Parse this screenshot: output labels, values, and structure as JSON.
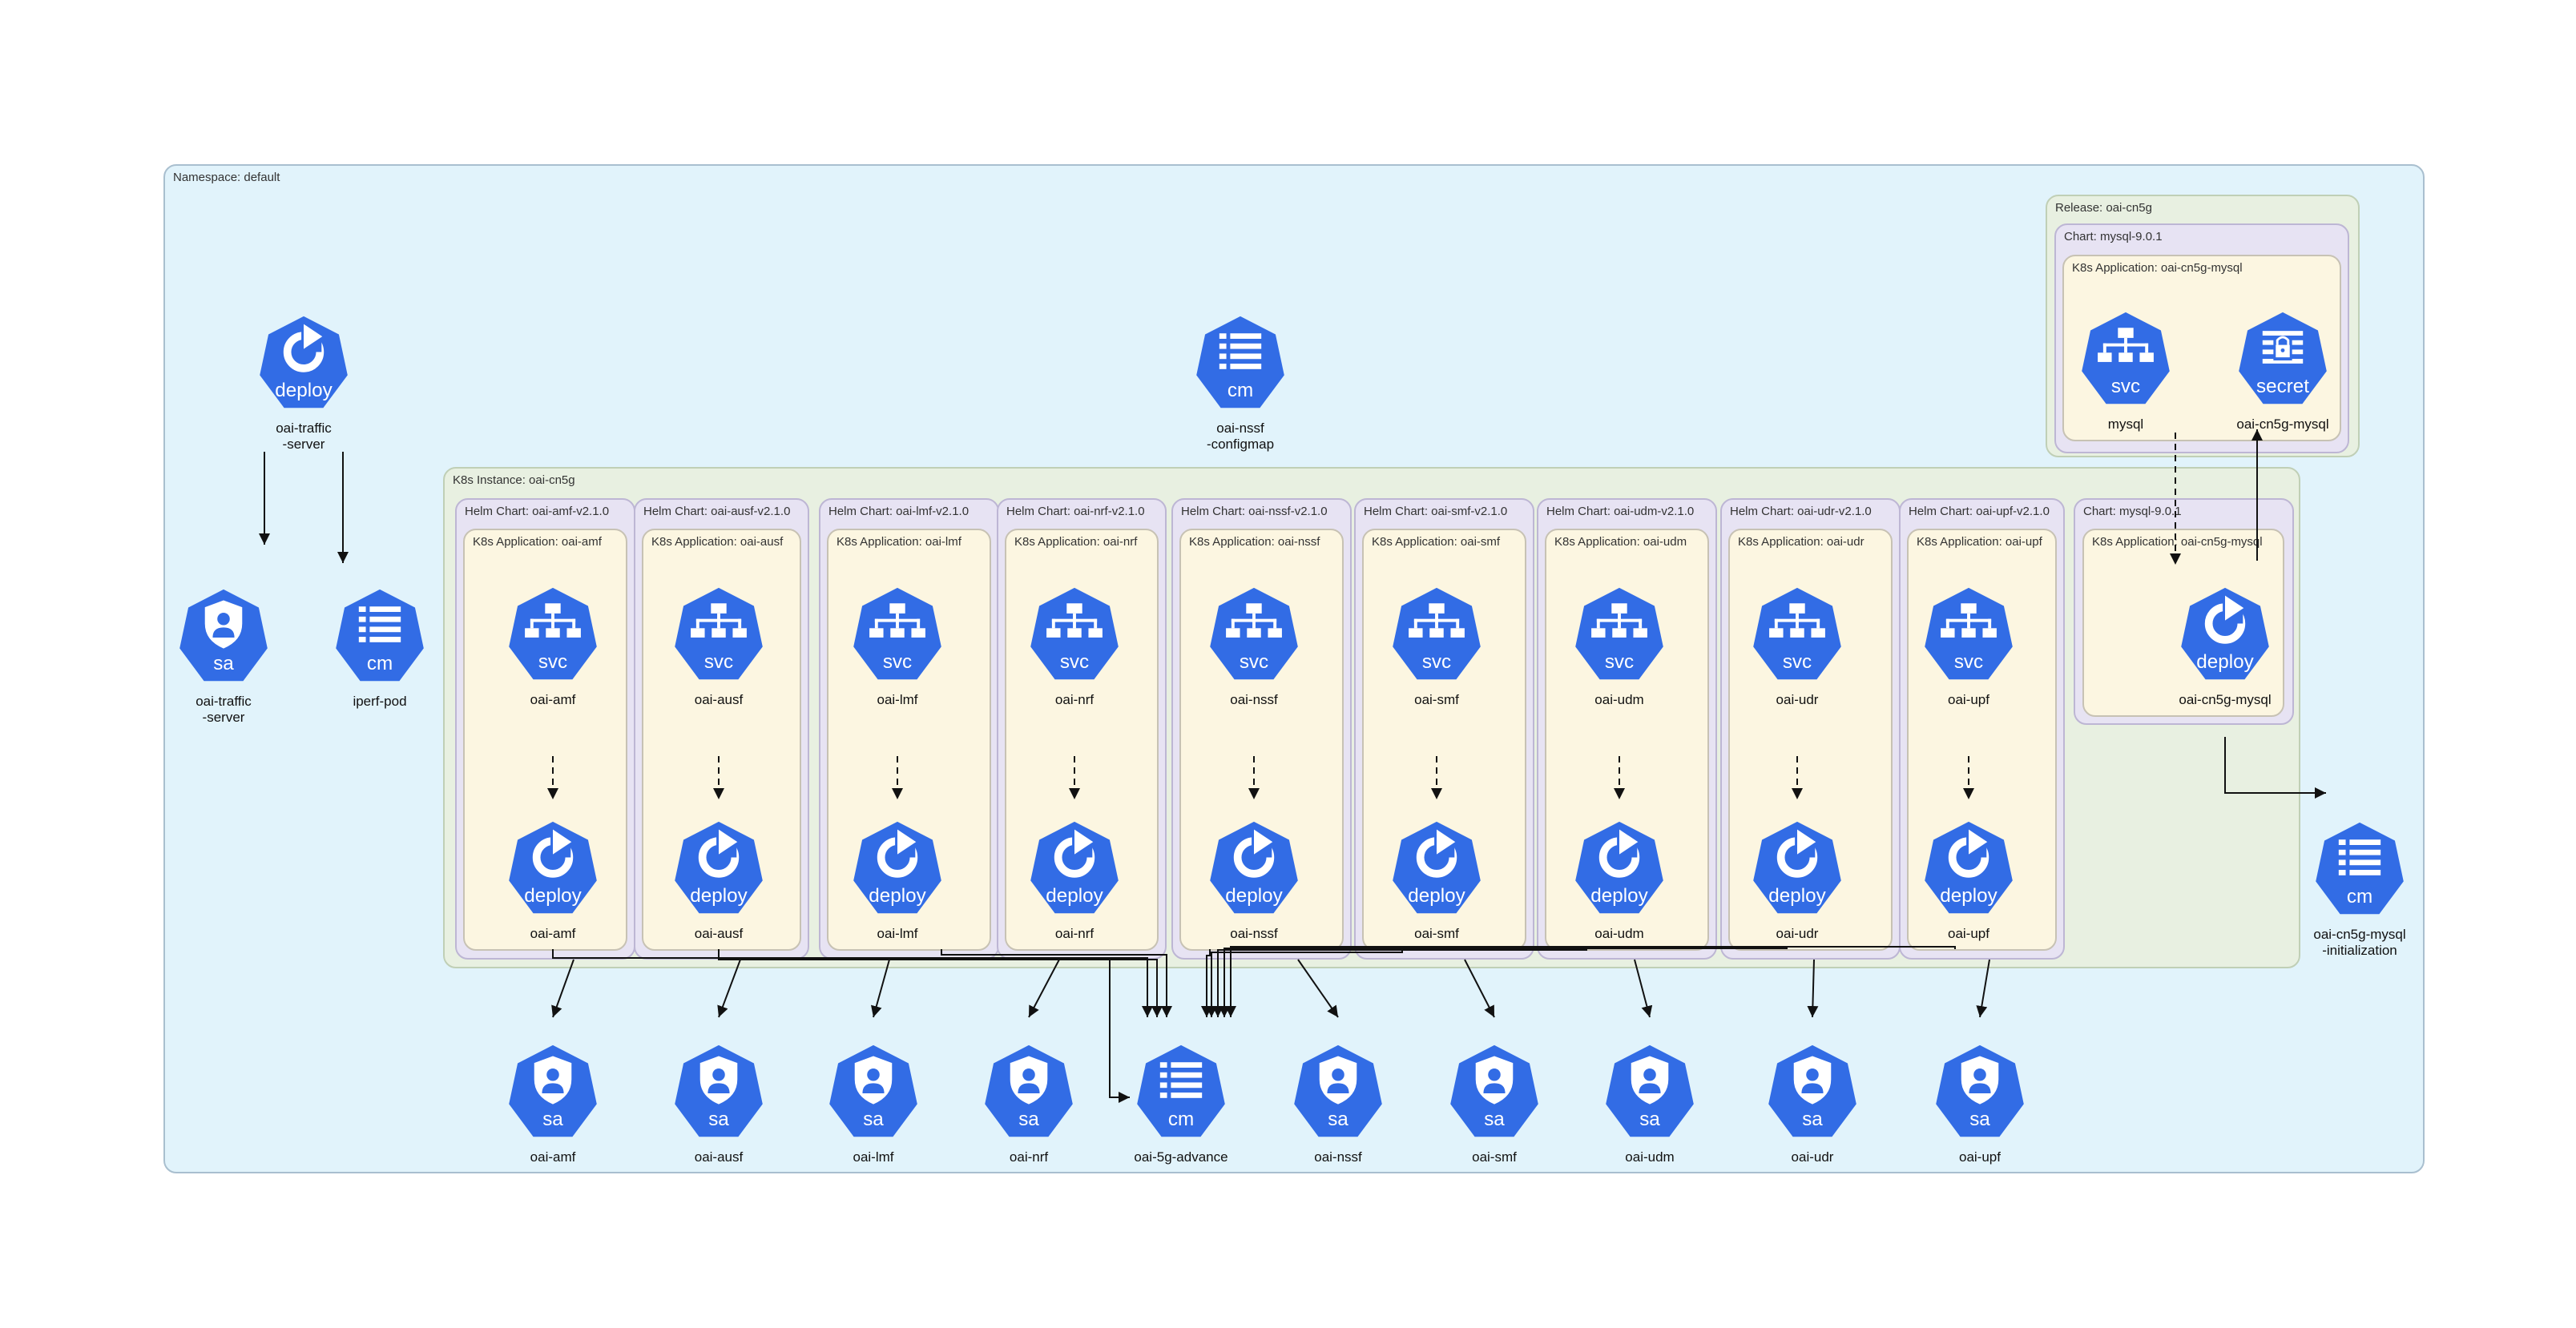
{
  "namespace_label": "Namespace: default",
  "instance_label": "K8s Instance: oai-cn5g",
  "release_label": "Release: oai-cn5g",
  "release_chart_label": "Chart: mysql-9.0.1",
  "release_app_label": "K8s Application: oai-cn5g-mysql",
  "instance_mysql_chart_label": "Chart: mysql-9.0.1",
  "instance_mysql_app_label": "K8s Application: oai-cn5g-mysql",
  "kinds": {
    "deploy": "deploy",
    "svc": "svc",
    "sa": "sa",
    "cm": "cm",
    "secret": "secret"
  },
  "colors": {
    "node": "#326ce5",
    "arrow": "#111111"
  },
  "charts": [
    {
      "chart": "Helm Chart: oai-amf-v2.1.0",
      "app": "K8s Application: oai-amf",
      "svc": "oai-amf",
      "deploy": "oai-amf"
    },
    {
      "chart": "Helm Chart: oai-ausf-v2.1.0",
      "app": "K8s Application: oai-ausf",
      "svc": "oai-ausf",
      "deploy": "oai-ausf"
    },
    {
      "chart": "Helm Chart: oai-lmf-v2.1.0",
      "app": "K8s Application: oai-lmf",
      "svc": "oai-lmf",
      "deploy": "oai-lmf"
    },
    {
      "chart": "Helm Chart: oai-nrf-v2.1.0",
      "app": "K8s Application: oai-nrf",
      "svc": "oai-nrf",
      "deploy": "oai-nrf"
    },
    {
      "chart": "Helm Chart: oai-nssf-v2.1.0",
      "app": "K8s Application: oai-nssf",
      "svc": "oai-nssf",
      "deploy": "oai-nssf"
    },
    {
      "chart": "Helm Chart: oai-smf-v2.1.0",
      "app": "K8s Application: oai-smf",
      "svc": "oai-smf",
      "deploy": "oai-smf"
    },
    {
      "chart": "Helm Chart: oai-udm-v2.1.0",
      "app": "K8s Application: oai-udm",
      "svc": "oai-udm",
      "deploy": "oai-udm"
    },
    {
      "chart": "Helm Chart: oai-udr-v2.1.0",
      "app": "K8s Application: oai-udr",
      "svc": "oai-udr",
      "deploy": "oai-udr"
    },
    {
      "chart": "Helm Chart: oai-upf-v2.1.0",
      "app": "K8s Application: oai-upf",
      "svc": "oai-upf",
      "deploy": "oai-upf"
    }
  ],
  "instance_mysql_deploy": "oai-cn5g-mysql",
  "release_svc": "mysql",
  "release_secret": "oai-cn5g-mysql",
  "traffic_deploy": "oai-traffic\n-server",
  "traffic_sa": "oai-traffic\n-server",
  "iperf_cm": "iperf-pod",
  "nssf_configmap": "oai-nssf\n-configmap",
  "mysql_init_cm": "oai-cn5g-mysql\n-initialization",
  "bottom_sa": [
    "oai-amf",
    "oai-ausf",
    "oai-lmf",
    "oai-nrf",
    "oai-nssf",
    "oai-smf",
    "oai-udm",
    "oai-udr",
    "oai-upf"
  ],
  "advance_cm": "oai-5g-advance"
}
